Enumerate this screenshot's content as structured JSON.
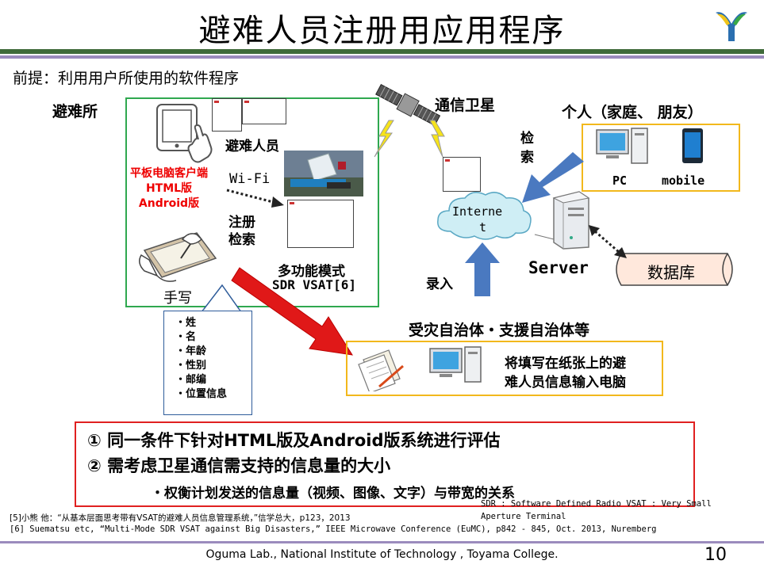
{
  "title": "避难人员注册用应用程序",
  "premise": "前提：利用用户所使用的软件程序",
  "shelter": {
    "label": "避难所",
    "evacuee_label": "避难人员",
    "tablet_client": "平板电脑客户端",
    "html_version": "HTML版",
    "android_version": "Android版",
    "wifi": "Wi-Fi",
    "register": "注册",
    "search": "检索",
    "multi_mode_line1": "多功能模式",
    "multi_mode_line2": "SDR VSAT[6]",
    "handwriting": "手写"
  },
  "satellite_label": "通信卫星",
  "personal": {
    "label": "个人（家庭、 朋友）",
    "pc": "PC",
    "mobile": "mobile"
  },
  "search_arrow_line1": "检",
  "search_arrow_line2": "索",
  "internet_line1": "Interne",
  "internet_line2": "t",
  "server_label": "Server",
  "database_label": "数据库",
  "input_label": "录入",
  "organizations": {
    "label": "受灾自治体・支援自治体等",
    "desc_line1": "将填写在纸张上的避",
    "desc_line2": "难人员信息输入电脑"
  },
  "fields": [
    "・姓",
    "・名",
    "・年龄",
    "・性别",
    "・邮编",
    "・位置信息"
  ],
  "results": {
    "item1": "①  同一条件下针对HTML版及Android版系统进行评估",
    "item2": "②  需考虑卫星通信需支持的信息量的大小",
    "sub": "・权衡计划发送的信息量（视频、图像、文字）与带宽的关系"
  },
  "abbrev_line1": "SDR : Software Defined Radio    VSAT : Very Small",
  "abbrev_line2": "Aperture Terminal",
  "references": [
    "[5]小熊 他：“从基本层面思考带有VSAT的避难人员信息管理系统，”信学总大，p123，2013",
    "[6] Suematsu etc,  “Multi-Mode SDR VSAT against Big Disasters,”  IEEE Microwave Conference (EuMC), p842 - 845, Oct. 2013, Nuremberg"
  ],
  "footer": "Oguma Lab., National Institute of Technology , Toyama College.",
  "page_number": "10",
  "colors": {
    "header_bar": "#3f6a3a",
    "accent_purple": "#9b8bbd",
    "shelter_border": "#2fa84f",
    "box_border_yellow": "#f2b81c",
    "result_border": "#e02020",
    "arrow_blue": "#4a79c0",
    "arrow_red": "#e01818",
    "cloud": "#cfeef5"
  }
}
